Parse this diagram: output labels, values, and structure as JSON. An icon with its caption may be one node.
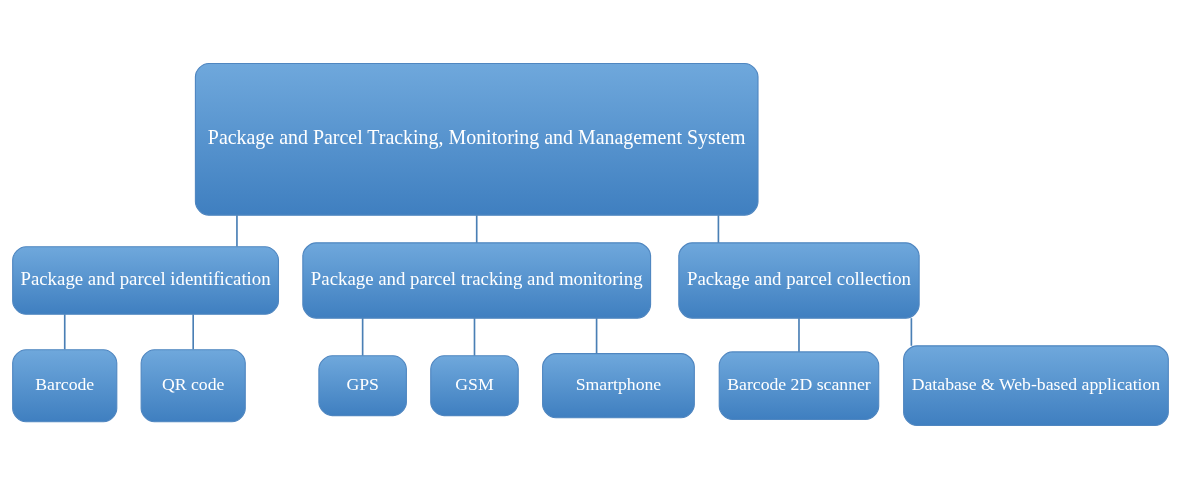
{
  "diagram": {
    "nodes": [
      {
        "text": [
          "Package and Parcel Tracking, Monitoring and Management System"
        ]
      },
      {
        "text": [
          "Package and parcel identification"
        ]
      },
      {
        "text": [
          "Package and parcel tracking and monitoring"
        ]
      },
      {
        "text": [
          "Package and parcel collection"
        ]
      },
      {
        "text": [
          "Barcode"
        ]
      },
      {
        "text": [
          "QR code"
        ]
      },
      {
        "text": [
          "GPS"
        ]
      },
      {
        "text": [
          "GSM"
        ]
      },
      {
        "text": [
          "Smartphone"
        ]
      },
      {
        "text": [
          "Barcode 2D scanner"
        ]
      },
      {
        "text": [
          "Database & Web-based application"
        ]
      }
    ],
    "edges": [
      {
        "from": 0,
        "to": 1,
        "arrow": "none"
      },
      {
        "from": 0,
        "to": 2,
        "arrow": "none"
      },
      {
        "from": 0,
        "to": 3,
        "arrow": "none"
      },
      {
        "from": 1,
        "to": 4,
        "arrow": "none"
      },
      {
        "from": 1,
        "to": 5,
        "arrow": "none"
      },
      {
        "from": 2,
        "to": 6,
        "arrow": "none"
      },
      {
        "from": 2,
        "to": 7,
        "arrow": "none"
      },
      {
        "from": 2,
        "to": 8,
        "arrow": "none"
      },
      {
        "from": 3,
        "to": 9,
        "arrow": "none"
      },
      {
        "from": 3,
        "to": 10,
        "arrow": "none"
      }
    ]
  }
}
